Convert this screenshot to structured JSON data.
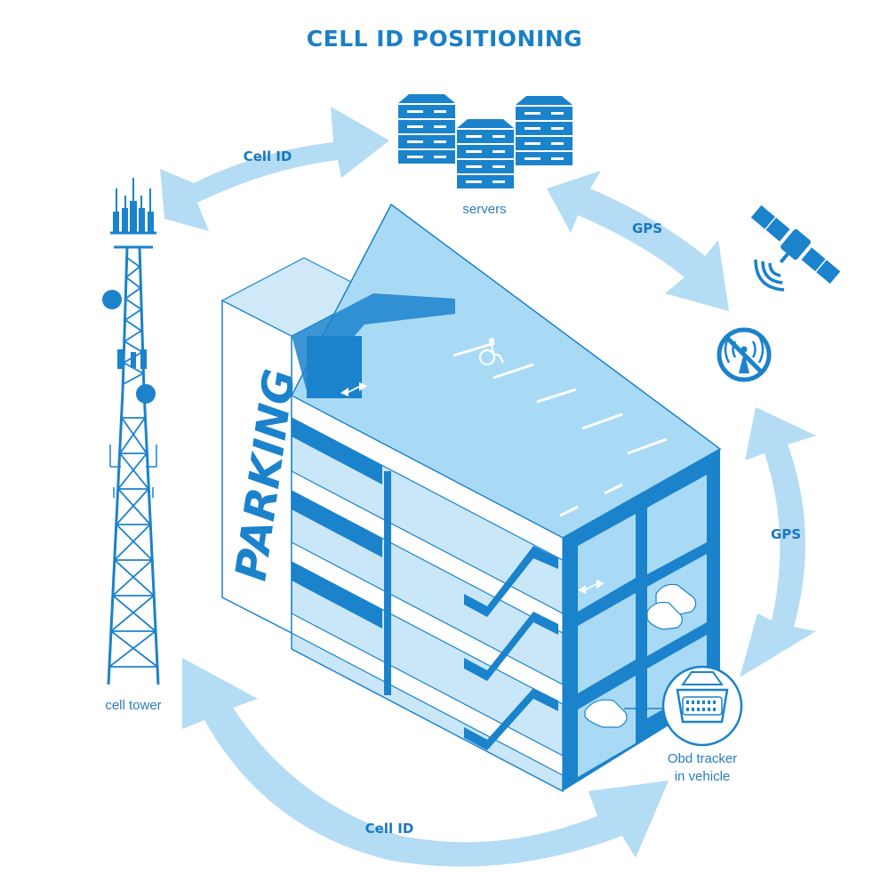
{
  "title": "CELL ID POSITIONING",
  "labels": {
    "servers": "servers",
    "cell_tower": "cell tower",
    "obd_line1": "Obd tracker",
    "obd_line2": "in vehicle",
    "parking_sign": "PARKING"
  },
  "arrows": {
    "tower_to_servers": "Cell ID",
    "servers_to_satellite": "GPS",
    "right_side": "GPS",
    "bottom": "Cell ID"
  },
  "colors": {
    "primary": "#1b82cc",
    "light": "#a9daf5",
    "arrow": "#b4dcf4",
    "dark_text": "#1b78bf"
  },
  "icons": [
    "server-icon",
    "cell-tower-icon",
    "satellite-icon",
    "no-signal-icon",
    "obd-tracker-icon",
    "car-icon",
    "wheelchair-icon"
  ]
}
